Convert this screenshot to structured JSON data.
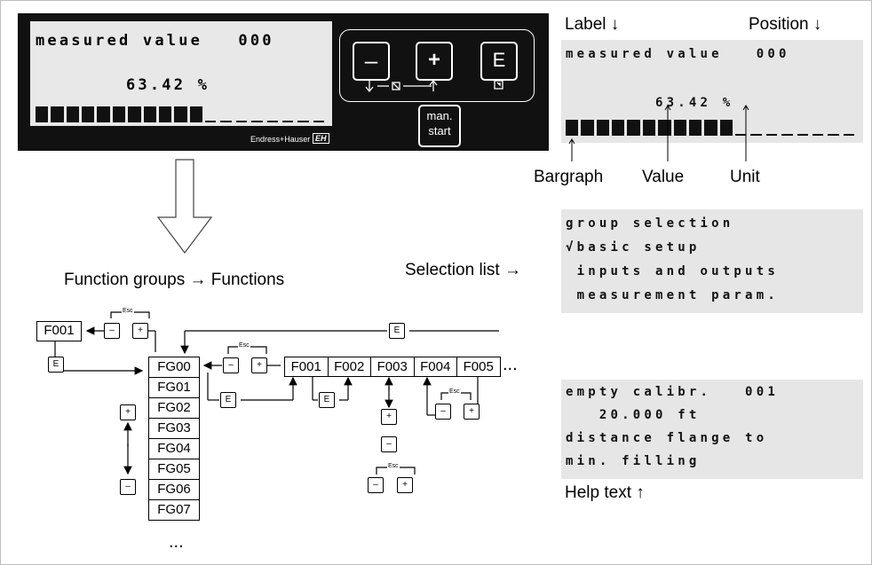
{
  "device": {
    "lcd_line1": "measured value   000",
    "lcd_value": "63.42 %",
    "key_minus": "–",
    "key_plus": "+",
    "key_enter": "E",
    "man_start_line1": "man.",
    "man_start_line2": "start",
    "brand": "Endress+Hauser",
    "brand_logo": "EH",
    "bargraph_filled": 11,
    "bargraph_total": 19
  },
  "annotated_display": {
    "label_caption": "Label ↓",
    "position_caption": "Position ↓",
    "line1": "measured value   000",
    "value_line": "63.42 %",
    "bargraph_label": "Bargraph",
    "value_label": "Value",
    "unit_label": "Unit"
  },
  "selection": {
    "caption": "Selection list →",
    "lines": [
      "group selection",
      "√basic setup",
      " inputs and outputs",
      " measurement param."
    ]
  },
  "help": {
    "lines": [
      "empty calibr.   001",
      "   20.000 ft",
      "distance flange to",
      "min. filling"
    ],
    "caption": "Help text ↑"
  },
  "matrix": {
    "heading": "Function groups → Functions",
    "f001_box": "F001",
    "groups": [
      "FG00",
      "FG01",
      "FG02",
      "FG03",
      "FG04",
      "FG05",
      "FG06",
      "FG07"
    ],
    "groups_more": "...",
    "functions": [
      "F001",
      "F002",
      "F003",
      "F004",
      "F005"
    ],
    "functions_more": "...",
    "esc_label": "Esc",
    "btn_minus": "–",
    "btn_plus": "+",
    "btn_e": "E"
  },
  "colors": {
    "lcd_panel": "#111111",
    "lcd_screen": "#e8e8e8",
    "panel_grey": "#e6e6e6"
  }
}
